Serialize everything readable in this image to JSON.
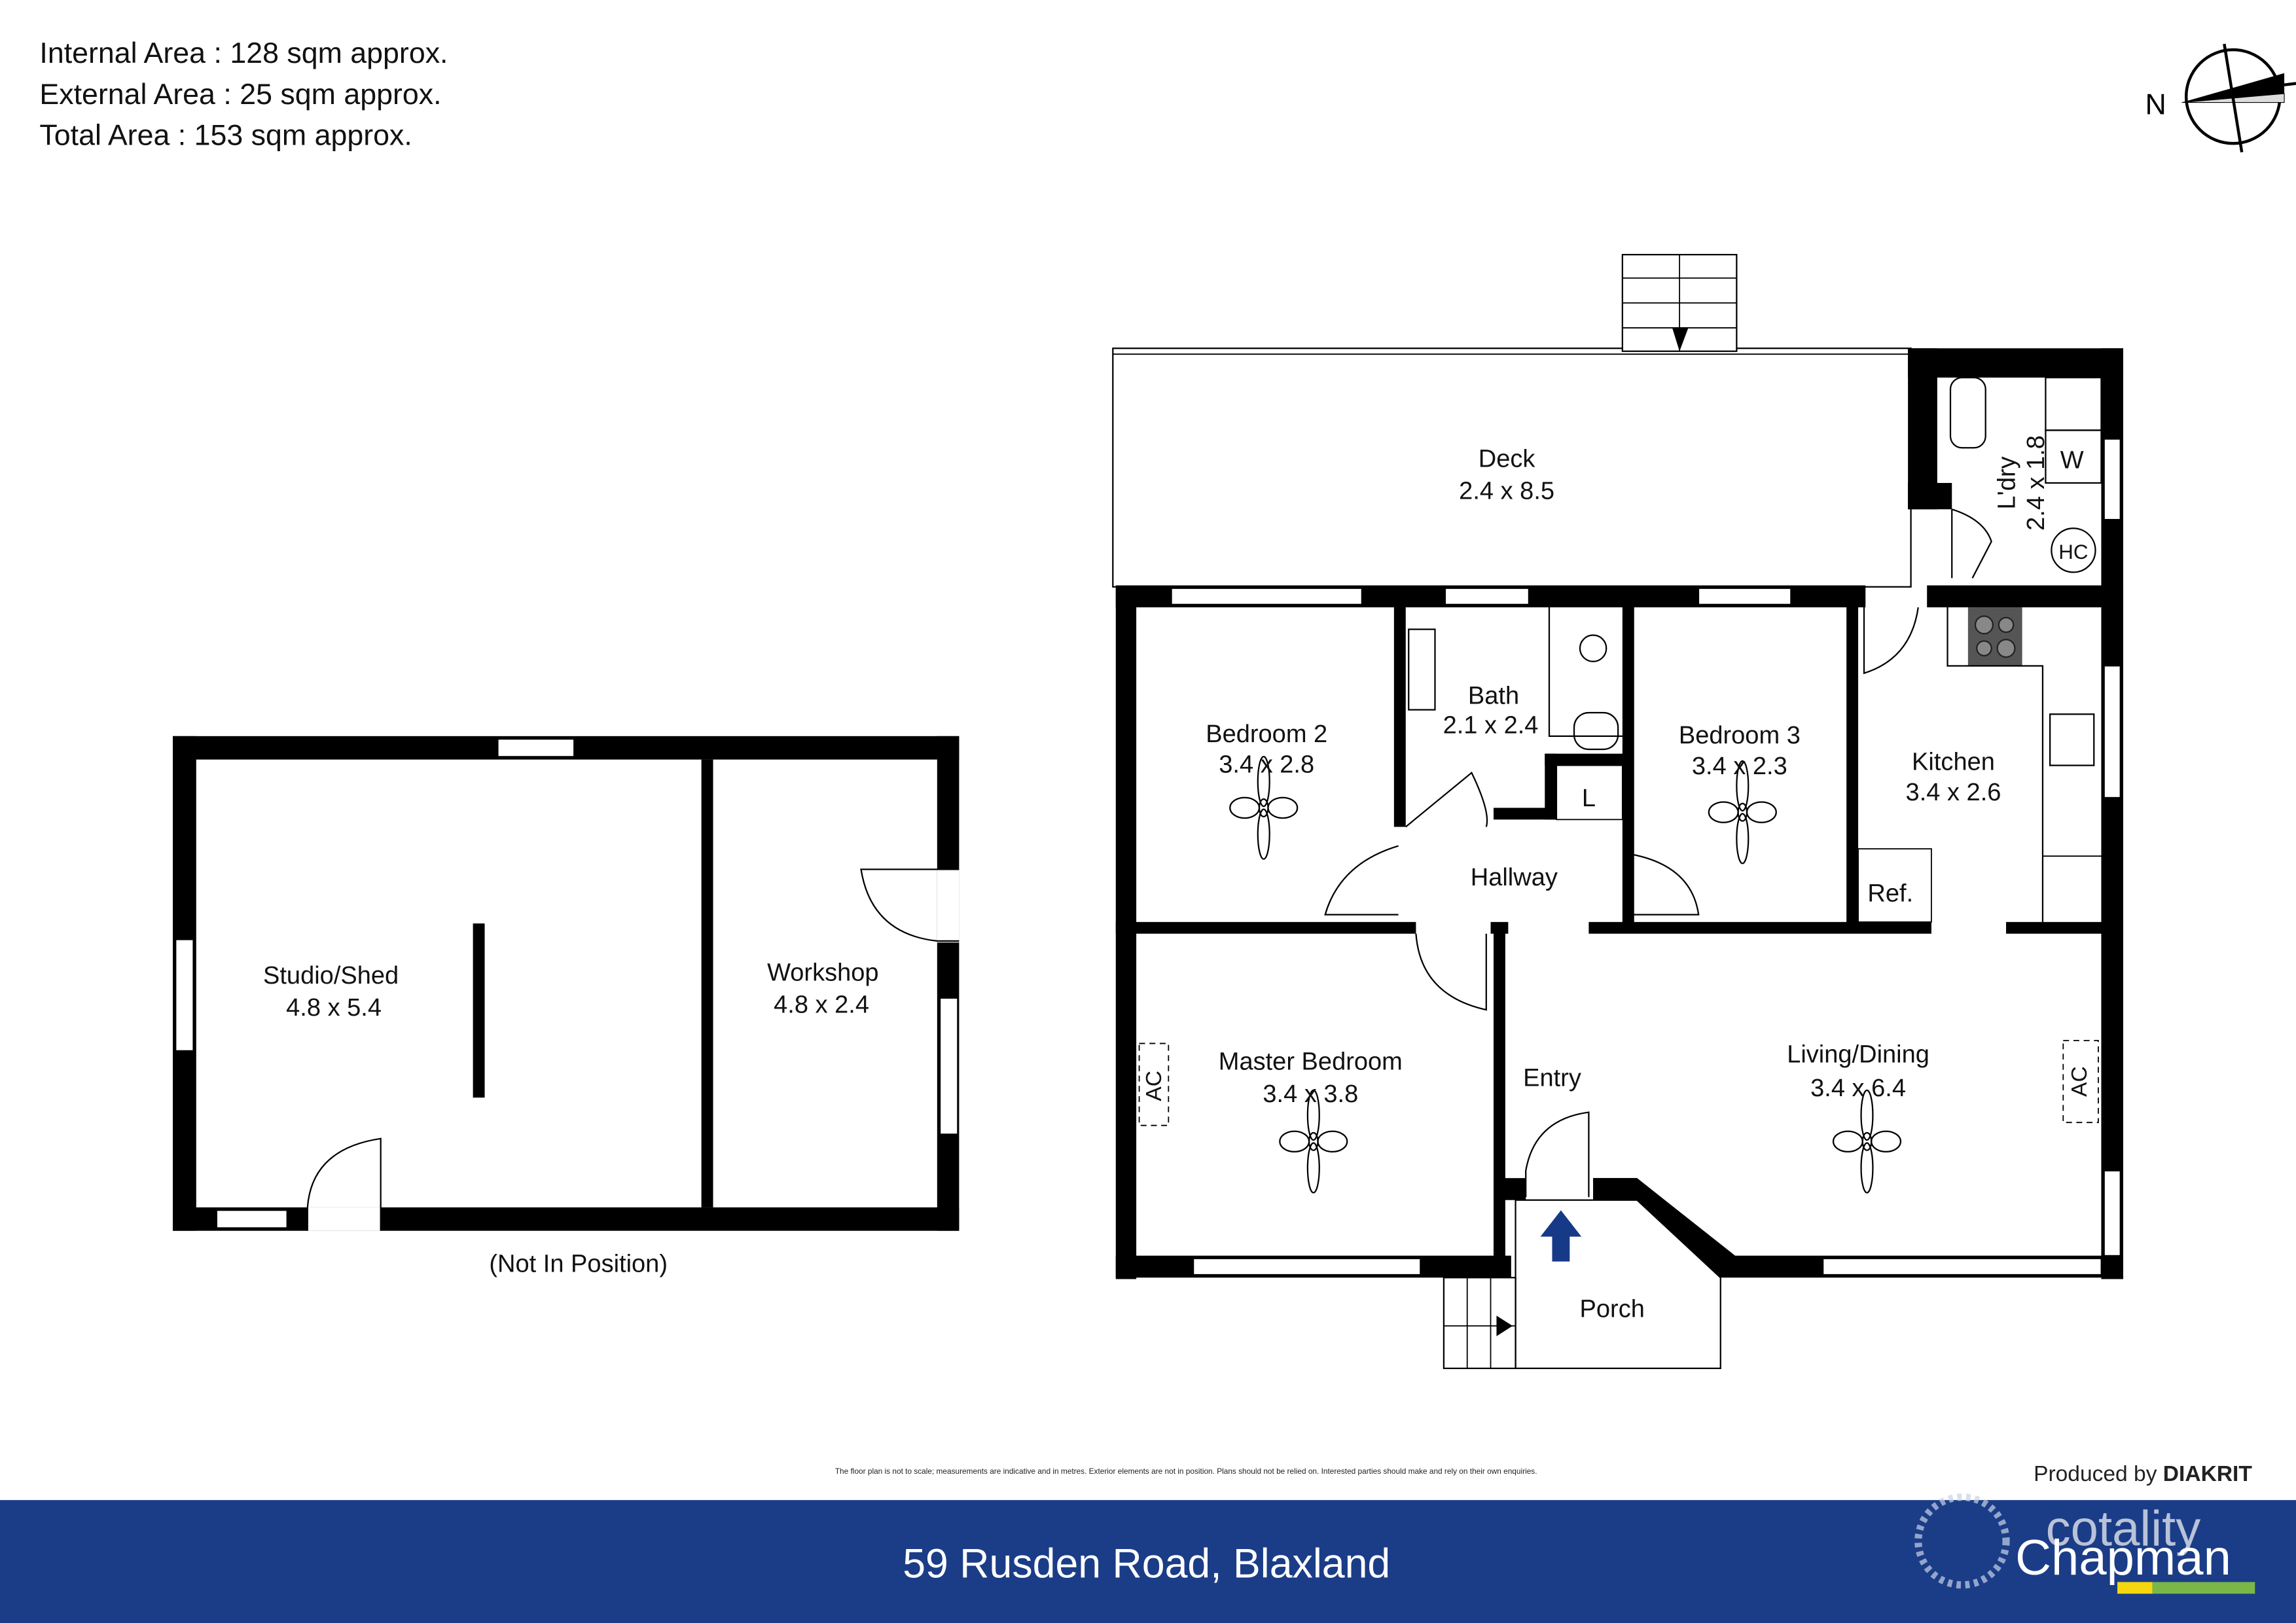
{
  "areas": {
    "internal": "Internal Area : 128 sqm approx.",
    "external": "External Area : 25 sqm approx.",
    "total": "Total Area : 153 sqm approx."
  },
  "compass": {
    "label": "N",
    "icon": "north-arrow-compass-icon"
  },
  "main_house": {
    "rooms": [
      {
        "name": "Deck",
        "dims": "2.4 x 8.5"
      },
      {
        "name": "L'dry",
        "dims": "2.4 x 1.8"
      },
      {
        "name": "Bedroom 2",
        "dims": "3.4 x 2.8"
      },
      {
        "name": "Bath",
        "dims": "2.1 x 2.4"
      },
      {
        "name": "Bedroom 3",
        "dims": "3.4 x 2.3"
      },
      {
        "name": "Kitchen",
        "dims": "3.4 x 2.6"
      },
      {
        "name": "Hallway",
        "dims": ""
      },
      {
        "name": "Master Bedroom",
        "dims": "3.4 x 3.8"
      },
      {
        "name": "Entry",
        "dims": ""
      },
      {
        "name": "Living/Dining",
        "dims": "3.4 x 6.4"
      },
      {
        "name": "Porch",
        "dims": ""
      }
    ],
    "fixtures": {
      "linen": "L",
      "fridge": "Ref.",
      "washer": "W",
      "hot_water": "HC",
      "aircon": "AC"
    }
  },
  "outbuilding": {
    "rooms": [
      {
        "name": "Studio/Shed",
        "dims": "4.8 x 5.4"
      },
      {
        "name": "Workshop",
        "dims": "4.8 x 2.4"
      }
    ],
    "note": "(Not In Position)"
  },
  "disclaimer": "The floor plan is not to scale; measurements are indicative and in metres. Exterior elements are not in position. Plans should not be relied on. Interested parties should make and rely on their own enquiries.",
  "producer": {
    "prefix": "Produced by ",
    "brand": "DIAKRIT"
  },
  "footer": {
    "address": "59 Rusden Road, Blaxland",
    "logo_top": "cotality",
    "logo_bottom": "Chapman",
    "bar_color": "#1b3d87",
    "logo_colors": [
      "#f5d60f",
      "#7ab648"
    ]
  }
}
